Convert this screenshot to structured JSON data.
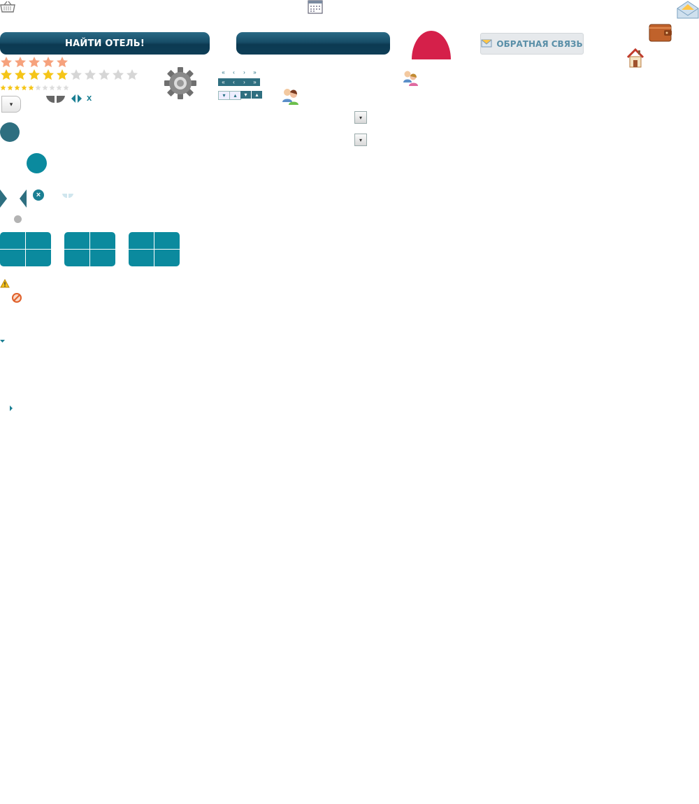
{
  "buttons": {
    "find_hotel": "НАЙТИ ОТЕЛЬ!",
    "blank": "",
    "feedback": "ОБРАТНАЯ СВЯЗЬ"
  },
  "colors": {
    "dark_teal": "#174d67",
    "teal": "#0b8a9e",
    "crimson": "#d5204a",
    "star_orange": "#f6a27d",
    "star_gold": "#f5c518",
    "star_gray": "#d6d6d6",
    "feedback_text": "#5a8fa8"
  },
  "ratings": {
    "large_orange": 5,
    "large_gold_of_10": 5,
    "small_gold_of_10": 5
  },
  "glyphs": {
    "close_x": "x",
    "dropdown": "▾"
  }
}
